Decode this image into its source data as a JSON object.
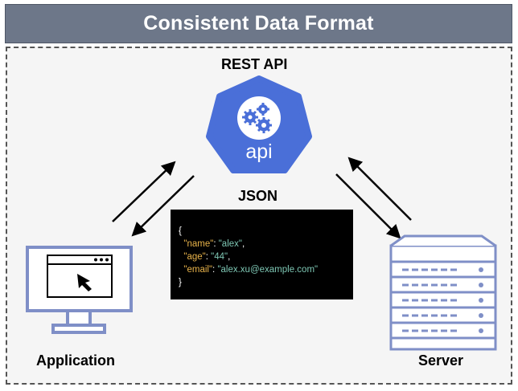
{
  "title": "Consistent Data Format",
  "nodes": {
    "api": {
      "label": "REST API",
      "logo_text": "api"
    },
    "payload": {
      "label": "JSON"
    },
    "client": {
      "label": "Application"
    },
    "server": {
      "label": "Server"
    }
  },
  "json_sample": {
    "open": "{",
    "close": "}",
    "fields": [
      {
        "key": "\"name\"",
        "value": "\"alex\"",
        "trail": ","
      },
      {
        "key": "\"age\"",
        "value": "\"44\"",
        "trail": ","
      },
      {
        "key": "\"email\"",
        "value": "\"alex.xu@example.com\"",
        "trail": ""
      }
    ]
  },
  "colors": {
    "title_bg": "#6d7789",
    "api_blue": "#4a6fd8",
    "device_blue": "#7f8fc7",
    "json_key": "#e8b34a",
    "json_value": "#7ec7b4"
  }
}
